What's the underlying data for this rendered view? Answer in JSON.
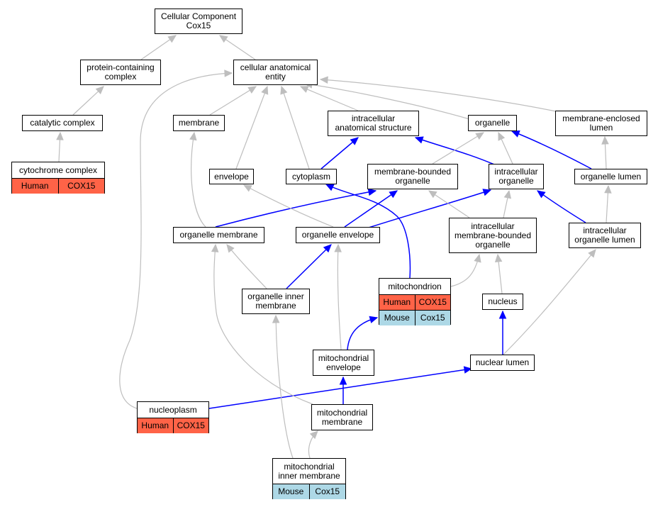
{
  "colors": {
    "is_a_edge": "#bebebe",
    "part_of_edge": "#0000ff",
    "human": "#ff6347",
    "mouse": "#add8e6",
    "node_border": "#000000"
  },
  "nodes": {
    "root": {
      "line1": "Cellular Component",
      "line2": "Cox15"
    },
    "protein_complex": {
      "line1": "protein-containing",
      "line2": "complex"
    },
    "cellular_anatomical_entity": {
      "line1": "cellular anatomical",
      "line2": "entity"
    },
    "catalytic_complex": {
      "line1": "catalytic complex"
    },
    "cytochrome_complex": {
      "line1": "cytochrome complex",
      "species": "Human",
      "gene": "COX15"
    },
    "membrane": {
      "line1": "membrane"
    },
    "intracellular_anatomical_structure": {
      "line1": "intracellular",
      "line2": "anatomical structure"
    },
    "organelle": {
      "line1": "organelle"
    },
    "membrane_enclosed_lumen": {
      "line1": "membrane-enclosed",
      "line2": "lumen"
    },
    "envelope": {
      "line1": "envelope"
    },
    "cytoplasm": {
      "line1": "cytoplasm"
    },
    "membrane_bounded_organelle": {
      "line1": "membrane-bounded",
      "line2": "organelle"
    },
    "intracellular_organelle": {
      "line1": "intracellular",
      "line2": "organelle"
    },
    "organelle_lumen": {
      "line1": "organelle lumen"
    },
    "organelle_membrane": {
      "line1": "organelle membrane"
    },
    "organelle_envelope": {
      "line1": "organelle envelope"
    },
    "intracellular_mb_organelle": {
      "line1": "intracellular",
      "line2": "membrane-bounded",
      "line3": "organelle"
    },
    "intracellular_organelle_lumen": {
      "line1": "intracellular",
      "line2": "organelle lumen"
    },
    "organelle_inner_membrane": {
      "line1": "organelle inner",
      "line2": "membrane"
    },
    "mitochondrion": {
      "line1": "mitochondrion",
      "row1_species": "Human",
      "row1_gene": "COX15",
      "row2_species": "Mouse",
      "row2_gene": "Cox15"
    },
    "nucleus": {
      "line1": "nucleus"
    },
    "mitochondrial_envelope": {
      "line1": "mitochondrial",
      "line2": "envelope"
    },
    "nuclear_lumen": {
      "line1": "nuclear lumen"
    },
    "nucleoplasm": {
      "line1": "nucleoplasm",
      "species": "Human",
      "gene": "COX15"
    },
    "mitochondrial_membrane": {
      "line1": "mitochondrial",
      "line2": "membrane"
    },
    "mitochondrial_inner_membrane": {
      "line1": "mitochondrial",
      "line2": "inner membrane",
      "species": "Mouse",
      "gene": "Cox15"
    }
  },
  "edges": [
    {
      "from": "protein_complex",
      "to": "root",
      "type": "is_a"
    },
    {
      "from": "cellular_anatomical_entity",
      "to": "root",
      "type": "is_a"
    },
    {
      "from": "catalytic_complex",
      "to": "protein_complex",
      "type": "is_a"
    },
    {
      "from": "cytochrome_complex",
      "to": "catalytic_complex",
      "type": "is_a"
    },
    {
      "from": "membrane",
      "to": "cellular_anatomical_entity",
      "type": "is_a"
    },
    {
      "from": "intracellular_anatomical_structure",
      "to": "cellular_anatomical_entity",
      "type": "is_a"
    },
    {
      "from": "organelle",
      "to": "cellular_anatomical_entity",
      "type": "is_a"
    },
    {
      "from": "membrane_enclosed_lumen",
      "to": "cellular_anatomical_entity",
      "type": "is_a"
    },
    {
      "from": "envelope",
      "to": "cellular_anatomical_entity",
      "type": "is_a"
    },
    {
      "from": "cytoplasm",
      "to": "cellular_anatomical_entity",
      "type": "is_a"
    },
    {
      "from": "nucleoplasm",
      "to": "cellular_anatomical_entity",
      "type": "is_a"
    },
    {
      "from": "cytoplasm",
      "to": "intracellular_anatomical_structure",
      "type": "part_of"
    },
    {
      "from": "intracellular_organelle",
      "to": "intracellular_anatomical_structure",
      "type": "part_of"
    },
    {
      "from": "membrane_bounded_organelle",
      "to": "organelle",
      "type": "is_a"
    },
    {
      "from": "intracellular_organelle",
      "to": "organelle",
      "type": "is_a"
    },
    {
      "from": "organelle_lumen",
      "to": "organelle",
      "type": "part_of"
    },
    {
      "from": "organelle_lumen",
      "to": "membrane_enclosed_lumen",
      "type": "is_a"
    },
    {
      "from": "organelle_membrane",
      "to": "membrane",
      "type": "is_a"
    },
    {
      "from": "organelle_membrane",
      "to": "membrane_bounded_organelle",
      "type": "part_of"
    },
    {
      "from": "organelle_envelope",
      "to": "envelope",
      "type": "is_a"
    },
    {
      "from": "organelle_envelope",
      "to": "membrane_bounded_organelle",
      "type": "part_of"
    },
    {
      "from": "organelle_envelope",
      "to": "intracellular_organelle",
      "type": "part_of"
    },
    {
      "from": "intracellular_mb_organelle",
      "to": "membrane_bounded_organelle",
      "type": "is_a"
    },
    {
      "from": "intracellular_mb_organelle",
      "to": "intracellular_organelle",
      "type": "is_a"
    },
    {
      "from": "intracellular_organelle_lumen",
      "to": "intracellular_organelle",
      "type": "part_of"
    },
    {
      "from": "intracellular_organelle_lumen",
      "to": "organelle_lumen",
      "type": "is_a"
    },
    {
      "from": "organelle_inner_membrane",
      "to": "organelle_membrane",
      "type": "is_a"
    },
    {
      "from": "organelle_inner_membrane",
      "to": "organelle_envelope",
      "type": "part_of"
    },
    {
      "from": "mitochondrion",
      "to": "cytoplasm",
      "type": "part_of"
    },
    {
      "from": "mitochondrion",
      "to": "intracellular_mb_organelle",
      "type": "is_a"
    },
    {
      "from": "nucleus",
      "to": "intracellular_mb_organelle",
      "type": "is_a"
    },
    {
      "from": "mitochondrial_envelope",
      "to": "organelle_envelope",
      "type": "is_a"
    },
    {
      "from": "mitochondrial_envelope",
      "to": "mitochondrion",
      "type": "part_of"
    },
    {
      "from": "nuclear_lumen",
      "to": "nucleus",
      "type": "part_of"
    },
    {
      "from": "nuclear_lumen",
      "to": "intracellular_organelle_lumen",
      "type": "is_a"
    },
    {
      "from": "nucleoplasm",
      "to": "nuclear_lumen",
      "type": "part_of"
    },
    {
      "from": "mitochondrial_membrane",
      "to": "organelle_membrane",
      "type": "is_a"
    },
    {
      "from": "mitochondrial_membrane",
      "to": "mitochondrial_envelope",
      "type": "part_of"
    },
    {
      "from": "mitochondrial_inner_membrane",
      "to": "organelle_inner_membrane",
      "type": "is_a"
    },
    {
      "from": "mitochondrial_inner_membrane",
      "to": "mitochondrial_membrane",
      "type": "is_a"
    }
  ]
}
